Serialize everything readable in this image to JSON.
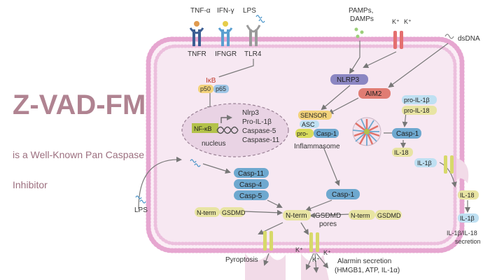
{
  "left": {
    "title": "Z-VAD-FMK",
    "subtitle_line1": "is a Well-Known Pan Caspase",
    "subtitle_line2": "Inhibitor"
  },
  "ligands": {
    "tnf_alpha": "TNF-α",
    "ifn_gamma": "IFN-γ",
    "lps_top": "LPS",
    "pamps_line1": "PAMPs,",
    "pamps_line2": "DAMPs",
    "k_plus_1": "K⁺",
    "k_plus_2": "K⁺",
    "dsdna": "dsDNA"
  },
  "receptors": {
    "tnfr": "TNFR",
    "ifngr": "IFNGR",
    "tlr4": "TLR4"
  },
  "nfkb_complex": {
    "ikb": "IκB",
    "p50": "p50",
    "p65": "p65"
  },
  "nucleus": {
    "nfkb": "NF-κB",
    "label": "nucleus",
    "genes": [
      "Nlrp3",
      "Pro-IL-1β",
      "Caspase-5",
      "Caspase-11"
    ]
  },
  "sensors": {
    "nlrp3": "NLRP3",
    "aim2": "AIM2"
  },
  "inflammasome": {
    "sensor": "SENSOR",
    "asc": "ASC",
    "pro": "pro-",
    "casp1": "Casp-1",
    "label": "Inflammasome"
  },
  "cytokines": {
    "pro_il1b": "pro-IL-1β",
    "pro_il18": "pro-IL-18",
    "casp1": "Casp-1",
    "il18": "IL-18",
    "il1b": "IL-1β"
  },
  "noncanonical": {
    "casp11": "Casp-11",
    "casp4": "Casp-4",
    "casp5": "Casp-5",
    "lps_outside": "LPS"
  },
  "canonical_casp1": "Casp-1",
  "gsdmd": {
    "nterm": "N-term",
    "gsdmd": "GSDMD",
    "pores_line1": "GSDMD",
    "pores_line2": "pores"
  },
  "outside": {
    "il18": "IL-18",
    "il1b": "IL-1β",
    "secretion_line1": "IL-1β/IL-18",
    "secretion_line2": "secretion",
    "pyroptosis": "Pyroptosis",
    "k_plus_a": "K⁺",
    "k_plus_b": "K⁺",
    "k_plus_c": "K⁺",
    "alarmin_line1": "Alarmin secretion",
    "alarmin_line2": "(HMGB1, ATP, IL-1α)"
  },
  "colors": {
    "membrane": "#d98bbf",
    "cytoplasm": "#f7e8f2",
    "caspase_blue": "#6ea8cf",
    "yellow_pill": "#e8e4a3",
    "nfkb_green": "#b3c24a",
    "nlrp3_purple": "#8b86c2",
    "aim2_red": "#e07c73",
    "title_mauve": "#b08391"
  }
}
